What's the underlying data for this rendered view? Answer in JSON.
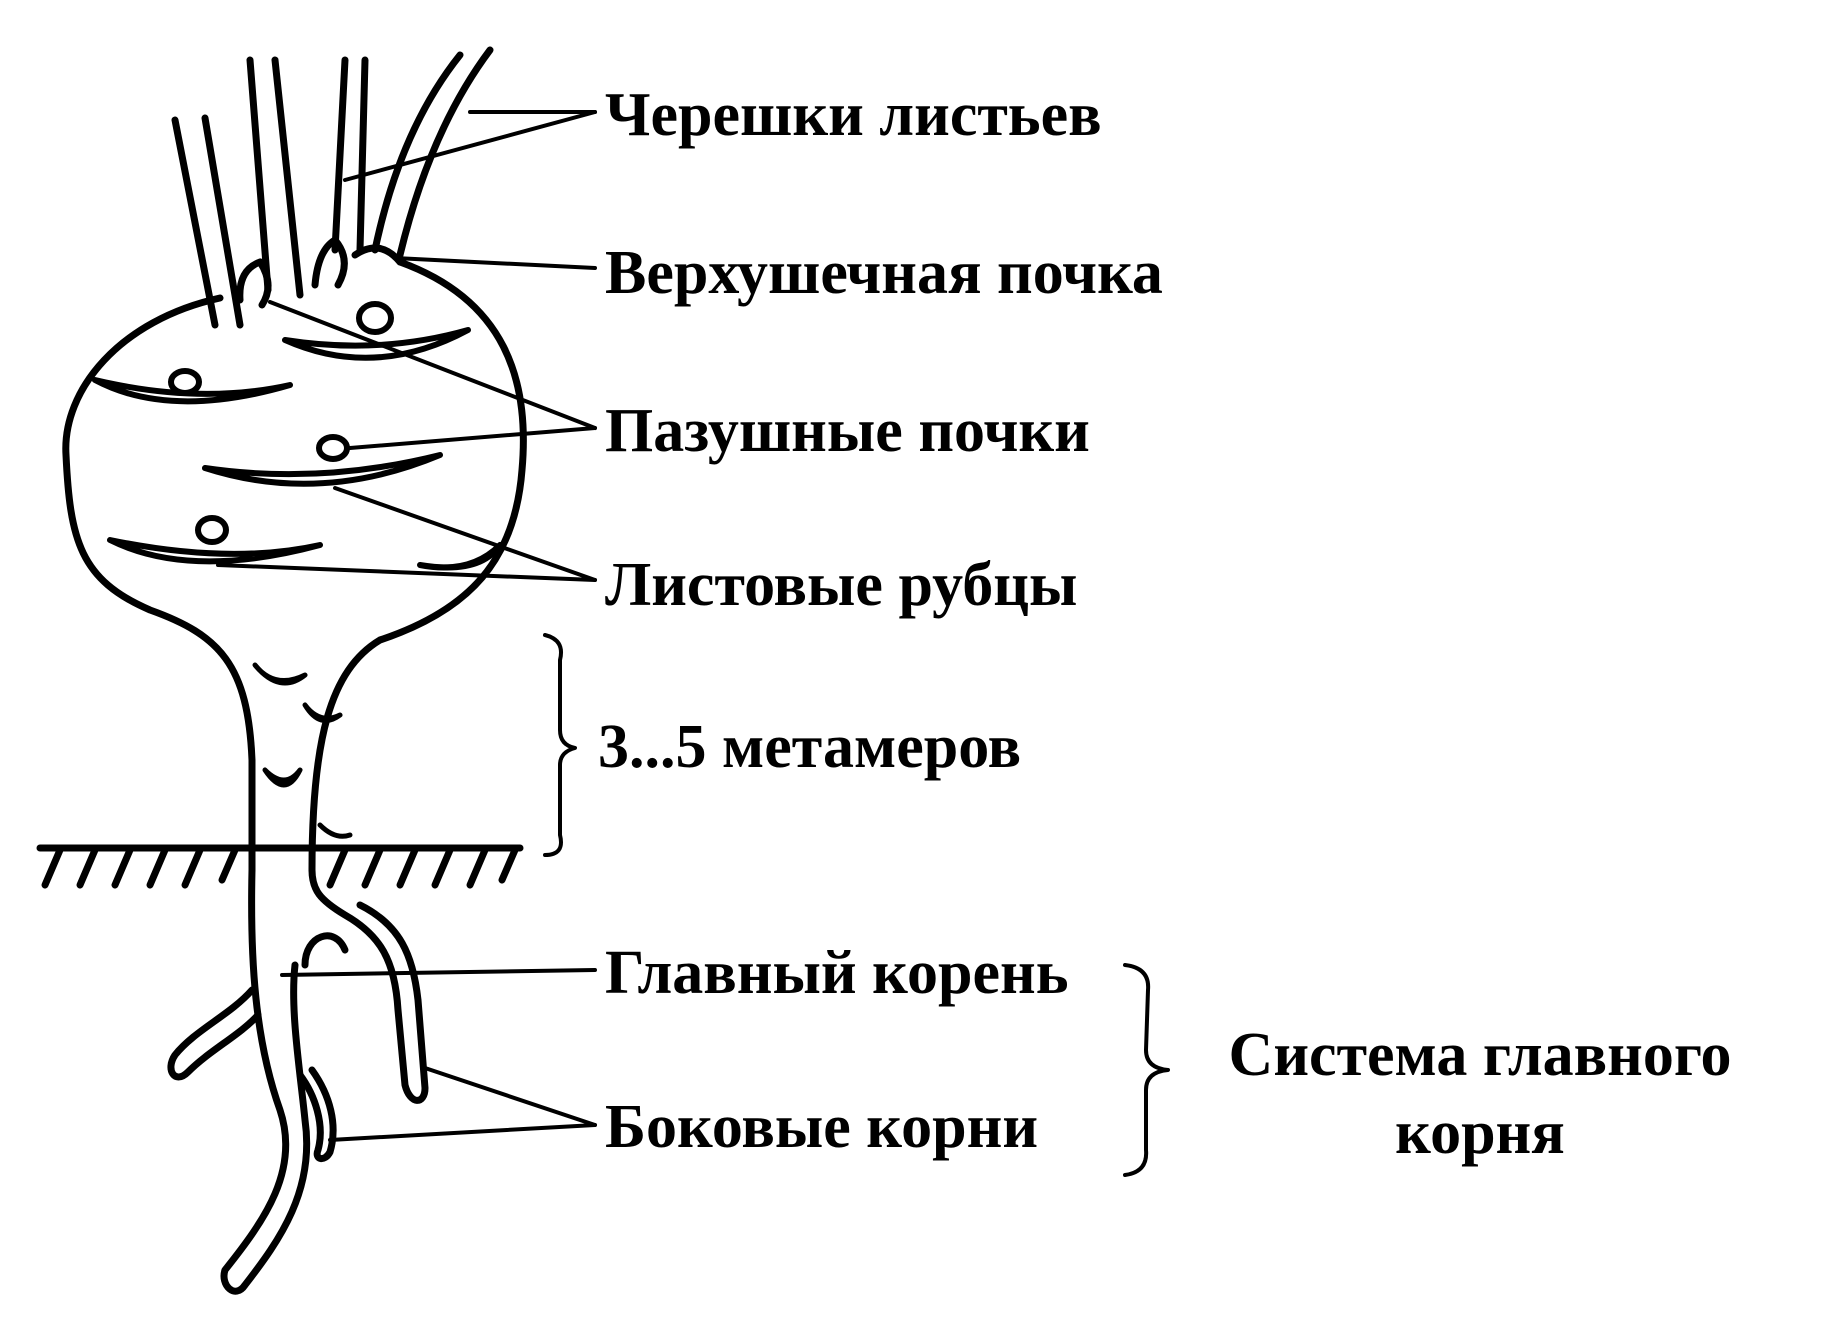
{
  "diagram": {
    "colors": {
      "ink": "#000000",
      "paper": "#ffffff"
    },
    "labels": {
      "petioles": "Черешки листьев",
      "apical_bud": "Верхушечная почка",
      "axillary_buds": "Пазушные почки",
      "leaf_scars": "Листовые рубцы",
      "metameres": "3...5 метамеров",
      "main_root": "Главный корень",
      "lateral_roots": "Боковые корни",
      "system_line1": "Система главного",
      "system_line2": "корня"
    }
  }
}
